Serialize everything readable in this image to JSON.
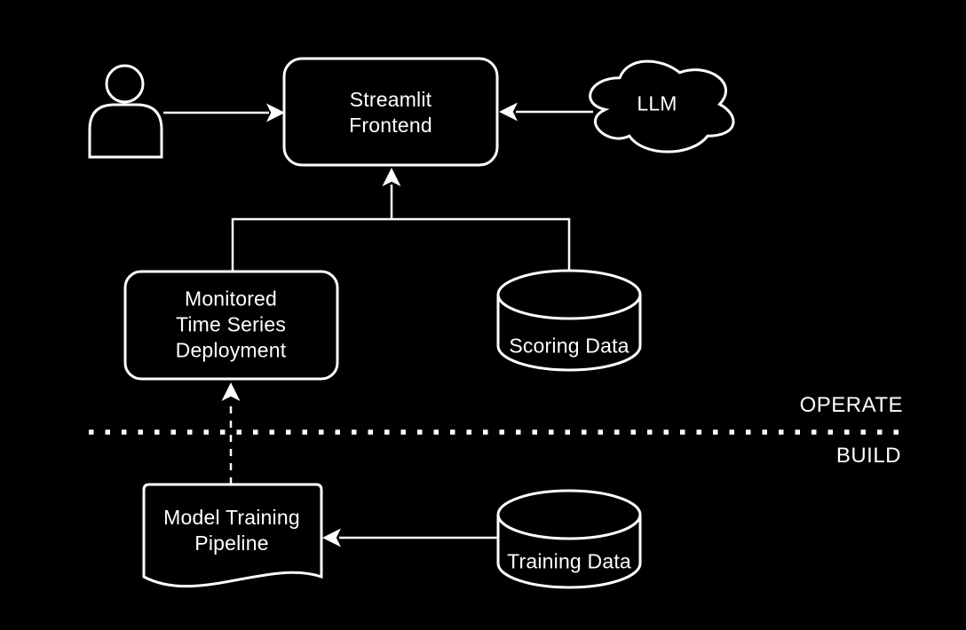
{
  "diagram": {
    "zones": {
      "operate_label": "OPERATE",
      "build_label": "BUILD"
    },
    "nodes": {
      "user": {
        "shape": "person-icon",
        "label": ""
      },
      "streamlit_frontend": {
        "shape": "rounded-rectangle",
        "label": "Streamlit\nFrontend",
        "zone": "OPERATE"
      },
      "llm": {
        "shape": "cloud",
        "label": "LLM",
        "zone": "OPERATE"
      },
      "monitored_deployment": {
        "shape": "rounded-rectangle",
        "label": "Monitored\nTime Series\nDeployment",
        "zone": "OPERATE"
      },
      "scoring_data": {
        "shape": "database-cylinder",
        "label": "Scoring Data",
        "zone": "OPERATE"
      },
      "model_training_pipeline": {
        "shape": "document",
        "label": "Model Training\nPipeline",
        "zone": "BUILD"
      },
      "training_data": {
        "shape": "database-cylinder",
        "label": "Training Data",
        "zone": "BUILD"
      }
    },
    "edges": [
      {
        "from": "user",
        "to": "streamlit_frontend",
        "style": "solid-arrow"
      },
      {
        "from": "llm",
        "to": "streamlit_frontend",
        "style": "solid-arrow"
      },
      {
        "from": "monitored_deployment",
        "to": "streamlit_frontend",
        "style": "solid-arrow"
      },
      {
        "from": "scoring_data",
        "to": "streamlit_frontend",
        "style": "solid-arrow"
      },
      {
        "from": "model_training_pipeline",
        "to": "monitored_deployment",
        "style": "dashed-arrow"
      },
      {
        "from": "training_data",
        "to": "model_training_pipeline",
        "style": "solid-arrow"
      }
    ],
    "colors": {
      "background": "#000000",
      "stroke": "#ffffff",
      "text": "#ffffff"
    }
  }
}
